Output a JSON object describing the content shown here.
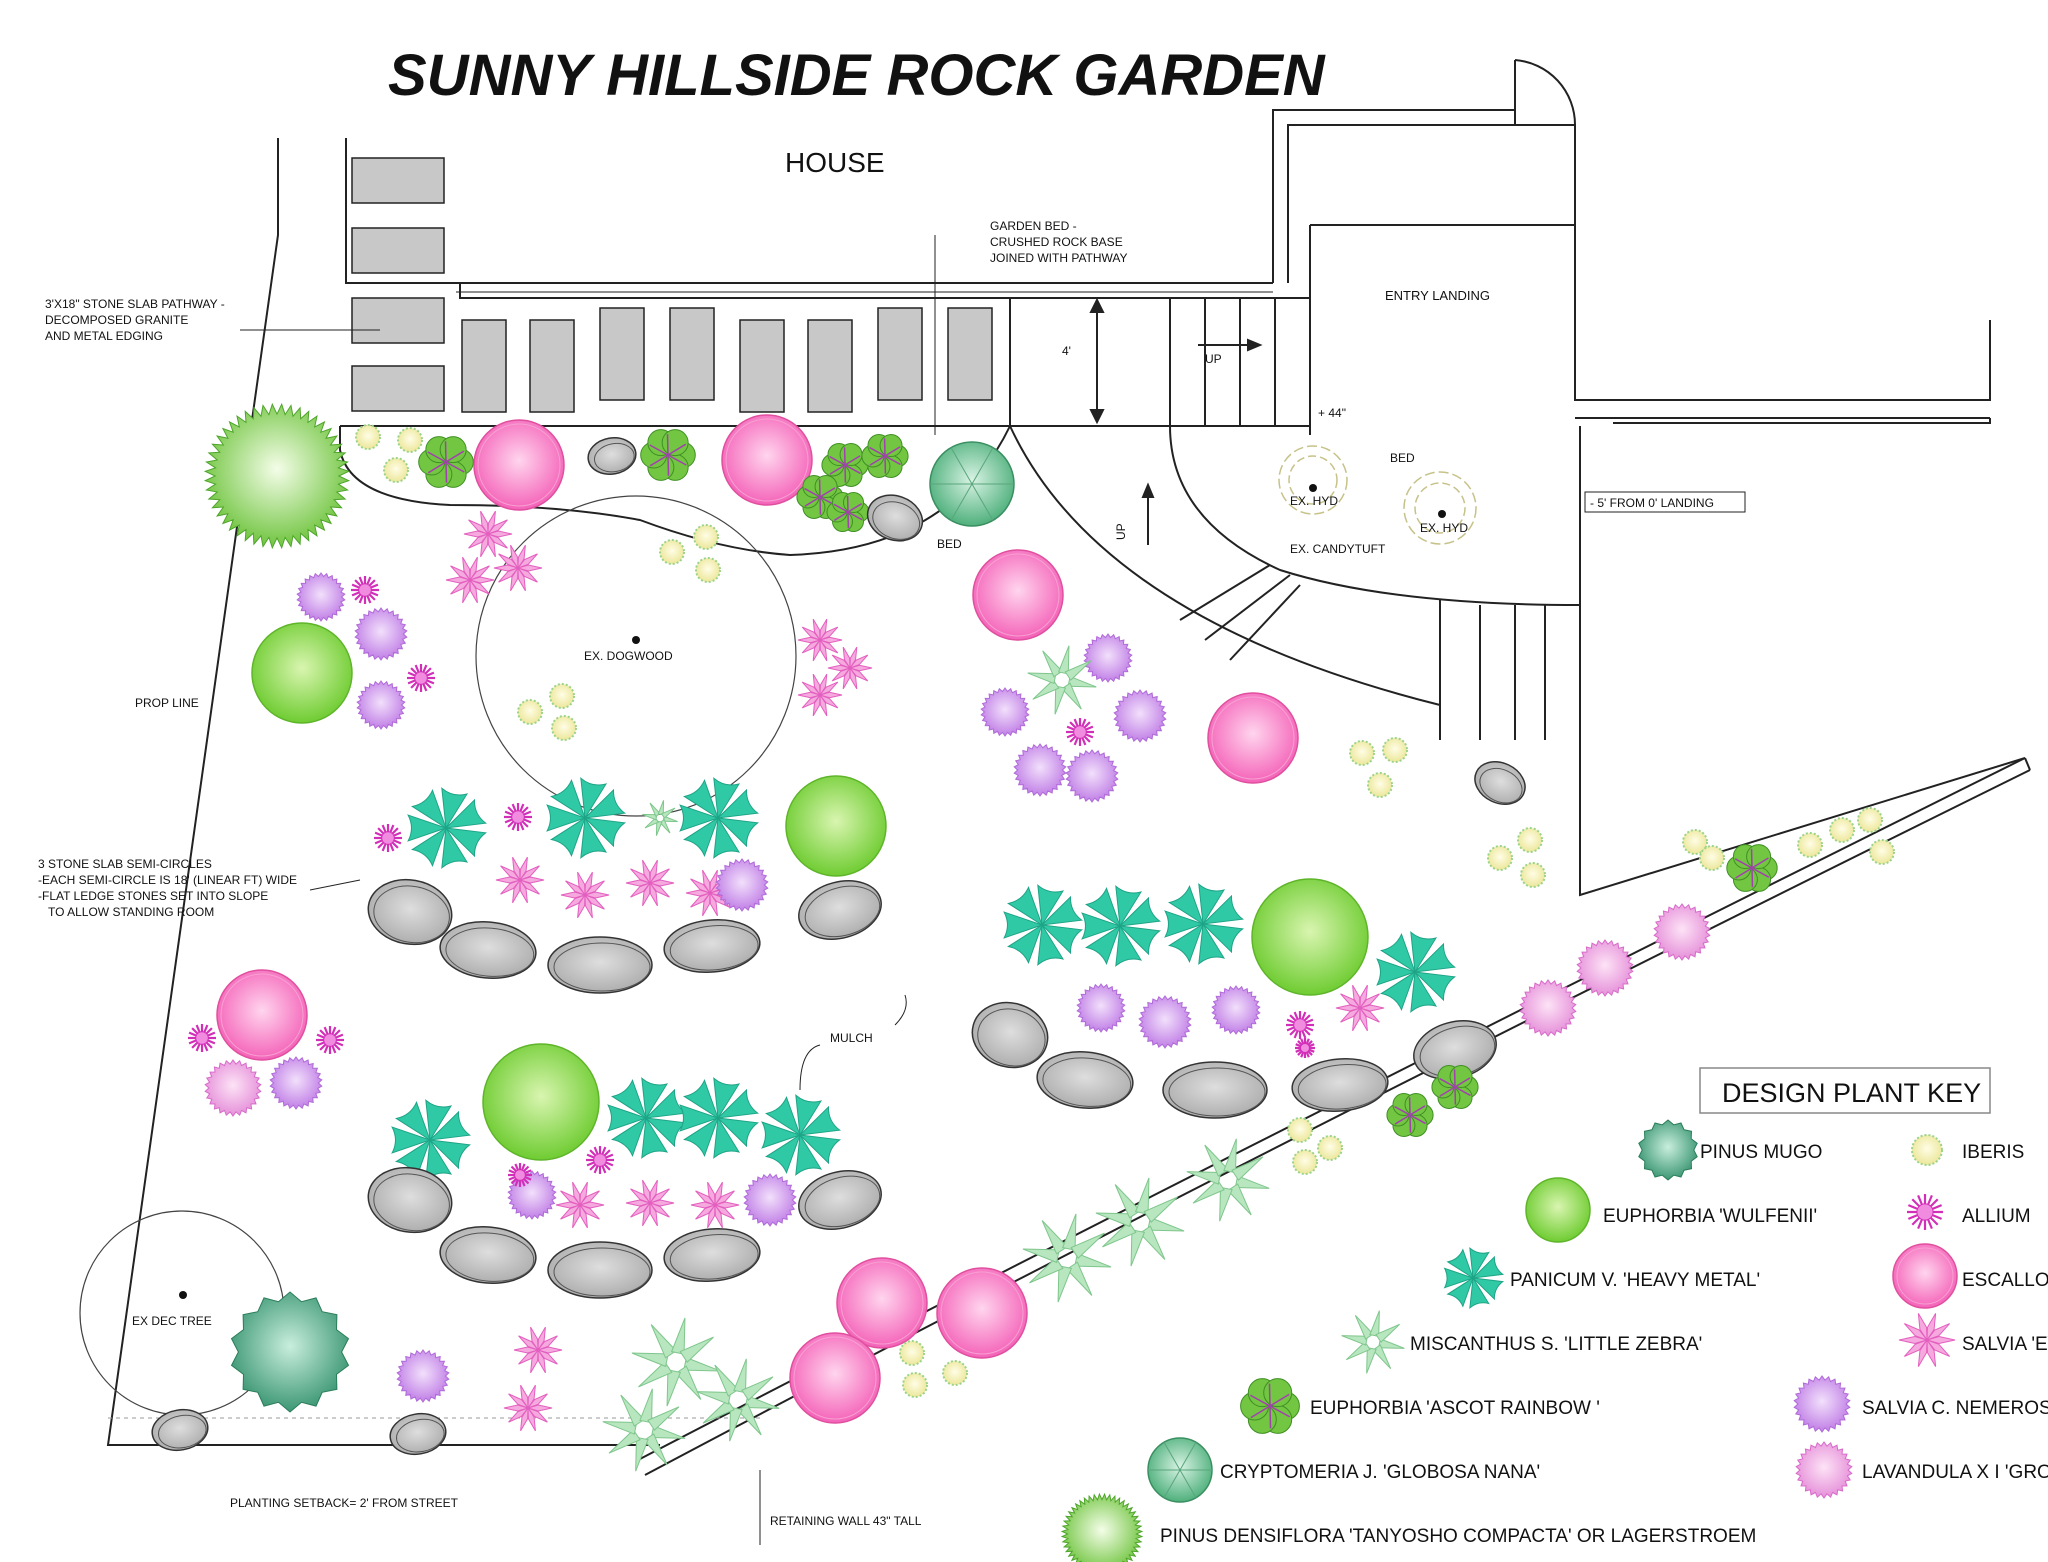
{
  "title": "SUNNY HILLSIDE ROCK GARDEN",
  "labels": {
    "house": "HOUSE",
    "entry_landing": "ENTRY LANDING",
    "garden_bed_1": "GARDEN BED -",
    "garden_bed_2": "CRUSHED ROCK BASE",
    "garden_bed_3": "JOINED WITH PATHWAY",
    "pathway_1": "3'X18\" STONE SLAB PATHWAY -",
    "pathway_2": "DECOMPOSED GRANITE",
    "pathway_3": "AND METAL EDGING",
    "four_ft": "4'",
    "up_1": "UP",
    "up_2": "UP",
    "plus_44": "+ 44\"",
    "bed_1": "BED",
    "bed_2": "BED",
    "ex_hyd_1": "EX. HYD",
    "ex_hyd_2": "EX. HYD",
    "ex_candytuft": "EX. CANDYTUFT",
    "from_landing": "- 5' FROM 0' LANDING",
    "ex_dogwood": "EX. DOGWOOD",
    "prop_line": "PROP LINE",
    "semi_1": "3 STONE SLAB SEMI-CIRCLES",
    "semi_2": "-EACH SEMI-CIRCLE IS 18' (LINEAR FT) WIDE",
    "semi_3": "-FLAT LEDGE STONES SET INTO SLOPE",
    "semi_4": "TO ALLOW STANDING ROOM",
    "mulch": "MULCH",
    "ex_dec_tree": "EX DEC TREE",
    "setback": "PLANTING SETBACK= 2' FROM STREET",
    "retaining_wall": "RETAINING WALL 43\" TALL"
  },
  "plant_key": {
    "title": "DESIGN PLANT KEY",
    "items": [
      {
        "label": "PINUS MUGO",
        "icon": "pinus-mugo-icon"
      },
      {
        "label": "IBERIS",
        "icon": "iberis-icon"
      },
      {
        "label": "EUPHORBIA 'WULFENII'",
        "icon": "euphorbia-wulfenii-icon"
      },
      {
        "label": "ALLIUM",
        "icon": "allium-icon"
      },
      {
        "label": "PANICUM V. 'HEAVY METAL'",
        "icon": "panicum-icon"
      },
      {
        "label": "ESCALLONIA",
        "icon": "escallonia-icon"
      },
      {
        "label": "MISCANTHUS S. 'LITTLE ZEBRA'",
        "icon": "miscanthus-icon"
      },
      {
        "label": "SALVIA 'EVELINE'",
        "icon": "salvia-eveline-icon"
      },
      {
        "label": "EUPHORBIA 'ASCOT RAINBOW '",
        "icon": "euphorbia-ascot-icon"
      },
      {
        "label": "SALVIA C. NEMEROSA",
        "icon": "salvia-nemerosa-icon"
      },
      {
        "label": "CRYPTOMERIA J. 'GLOBOSA NANA'",
        "icon": "cryptomeria-icon"
      },
      {
        "label": "LAVANDULA X I 'GROSSO'",
        "icon": "lavandula-icon"
      },
      {
        "label": "PINUS DENSIFLORA 'TANYOSHO COMPACTA' OR LAGERSTROEM",
        "icon": "pinus-densiflora-icon"
      }
    ]
  },
  "colors": {
    "line": "#222222",
    "slab": "#c8c8c8",
    "stone": "#bdbdbd",
    "panicum": "#2fc9a6",
    "euphorbia": "#8ad94a",
    "escallonia": "#f47bc3",
    "allium": "#e040c8",
    "salvia": "#f48ad6",
    "nemerosa": "#c98ae8",
    "iberis": "#f3f0a8",
    "miscanthus": "#9fd8a8",
    "pinus_mugo": "#3a9a70",
    "ascot": "#6ac040",
    "densiflora": "#7ac94a"
  }
}
